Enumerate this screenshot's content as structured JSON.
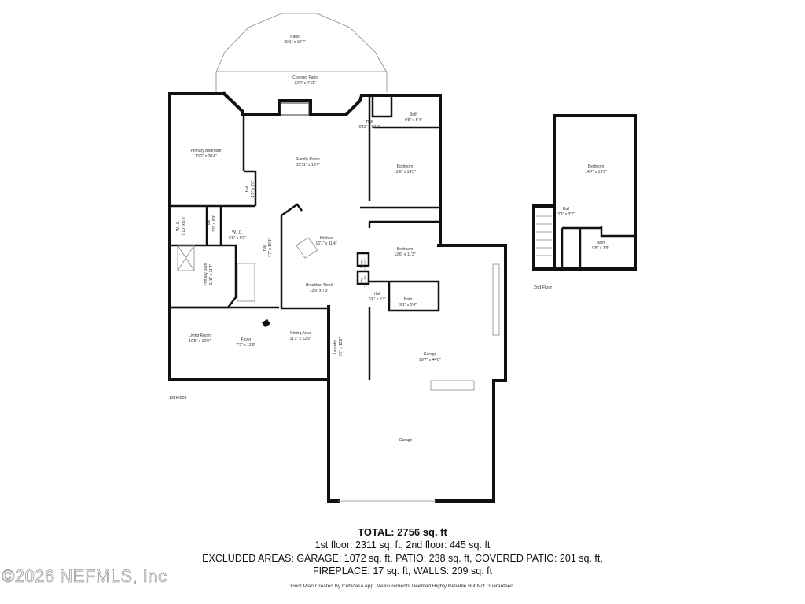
{
  "rooms": {
    "patio": {
      "name": "Patio",
      "dim": "30'1\" x 10'7\""
    },
    "covered_patio": {
      "name": "Covered Patio",
      "dim": "32'2\" x 7'11\""
    },
    "primary_bedroom": {
      "name": "Primary Bedroom",
      "dim": "13'2\" x 20'4\""
    },
    "family_room": {
      "name": "Family Room",
      "dim": "22'11\" x 16'4\""
    },
    "hall_top": {
      "name": "Hall",
      "dim": "6'11\" x 5'10\""
    },
    "bath_top": {
      "name": "Bath",
      "dim": "9'5\" x 5'4\""
    },
    "bedroom_1": {
      "name": "Bedroom",
      "dim": "12'6\" x 14'3\""
    },
    "hall_small": {
      "name": "Hall",
      "dim": "1'9\" x 6'0\""
    },
    "wic_1": {
      "name": "W.I.C.",
      "dim": "5'10\" x 6'9\""
    },
    "hall_wic": {
      "name": "Hall",
      "dim": "3'0\" x 6'9\""
    },
    "wic_2": {
      "name": "W.I.C.",
      "dim": "5'8\" x 6'9\""
    },
    "hall_main": {
      "name": "Hall",
      "dim": "4'7\" x 19'1\""
    },
    "kitchen": {
      "name": "Kitchen",
      "dim": "16'1\" x 11'4\""
    },
    "primary_bath": {
      "name": "Primary Bath",
      "dim": "11'8\" x 11'4\""
    },
    "bedroom_2": {
      "name": "Bedroom",
      "dim": "12'6\" x 11'3\""
    },
    "pantry_1": {
      "name": "Pantry",
      "dim": "1'0\" x 2'1\""
    },
    "pantry_2": {
      "name": "Pantry",
      "dim": "1'0\" x 2'8\""
    },
    "breakfast_nook": {
      "name": "Breakfast Nook",
      "dim": "13'9\" x 7'3\""
    },
    "hall_lower": {
      "name": "Hall",
      "dim": "5'6\" x 5'3\""
    },
    "bath_lower": {
      "name": "Bath",
      "dim": "9'1\" x 5'4\""
    },
    "living_room": {
      "name": "Living Room",
      "dim": "10'5\" x 12'8\""
    },
    "foyer": {
      "name": "Foyer",
      "dim": "7'3\" x 12'8\""
    },
    "dining_area": {
      "name": "Dining Area",
      "dim": "11'3\" x 12'9\""
    },
    "laundry": {
      "name": "Laundry",
      "dim": "7'0\" x 12'9\""
    },
    "garage_upper": {
      "name": "Garage",
      "dim": "29'7\" x 44'8\""
    },
    "garage_lower": {
      "name": "Garage"
    },
    "bedroom_2nd": {
      "name": "Bedroom",
      "dim": "14'7\" x 19'9\""
    },
    "hall_2nd": {
      "name": "Hall",
      "dim": "3'8\" x 3'2\""
    },
    "bath_2nd": {
      "name": "Bath",
      "dim": "9'8\" x 7'8\""
    }
  },
  "floors": {
    "first": "1st Floor",
    "second": "2nd Floor"
  },
  "summary": {
    "total": "TOTAL: 2756 sq. ft",
    "floors_line": "1st floor: 2311 sq. ft, 2nd floor: 445 sq. ft",
    "excluded_line": "EXCLUDED AREAS: GARAGE: 1072 sq. ft, PATIO: 238 sq. ft, COVERED PATIO: 201 sq. ft,",
    "excluded_line_2": "FIREPLACE: 17 sq. ft, WALLS: 209 sq. ft",
    "note": "Floor Plan Created By Cubicasa App. Measurements Deemed Highly Reliable But Not Guaranteed."
  },
  "watermark": "©2026 NEFMLS, Inc"
}
